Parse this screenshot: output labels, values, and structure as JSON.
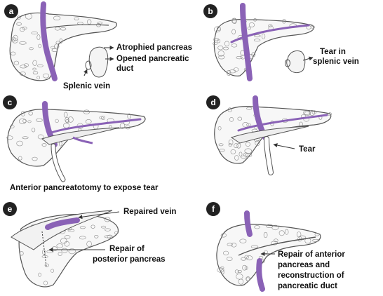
{
  "colors": {
    "vein": "#8a62b6",
    "vein_dark": "#4e2f80",
    "outline": "#555555",
    "badge": "#222222",
    "lobule": "#8c8c8c"
  },
  "panels": [
    {
      "letter": "a",
      "labels": [
        "Atrophied pancreas",
        "Opened pancreatic",
        "duct",
        "Splenic vein"
      ]
    },
    {
      "letter": "b",
      "labels": [
        "Tear in",
        "splenic vein"
      ]
    },
    {
      "letter": "c",
      "labels": [
        "Anterior pancreatotomy to expose tear"
      ]
    },
    {
      "letter": "d",
      "labels": [
        "Tear"
      ]
    },
    {
      "letter": "e",
      "labels": [
        "Repaired vein",
        "Repair of",
        "posterior pancreas"
      ]
    },
    {
      "letter": "f",
      "labels": [
        "Repair of anterior",
        "pancreas and",
        "reconstruction of",
        "pancreatic duct"
      ]
    }
  ]
}
